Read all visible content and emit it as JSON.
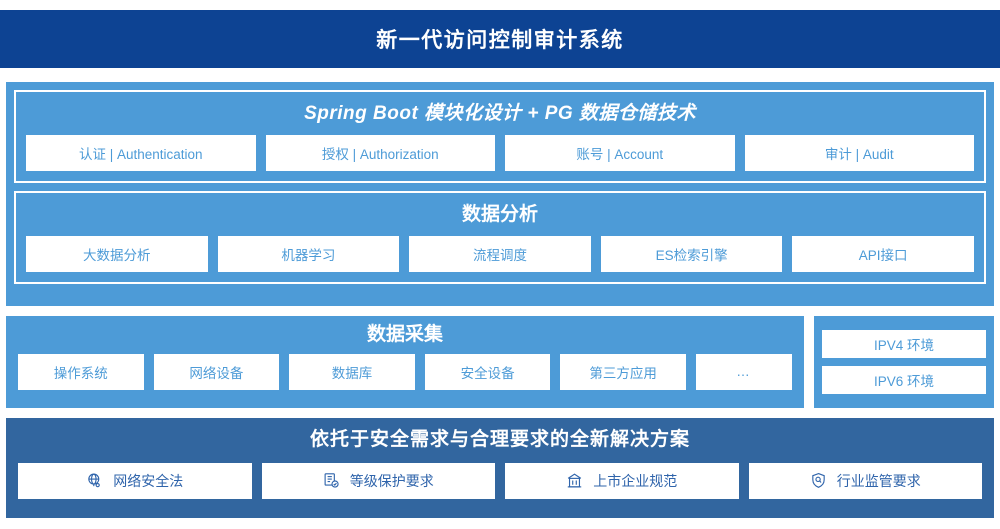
{
  "header": {
    "title": "新一代访问控制审计系统",
    "bg_color": "#0d4393"
  },
  "colors": {
    "panel_light": "#4d9bd7",
    "panel_dark": "#32669f",
    "chip_text_light": "#4d9bd7",
    "chip_text_dark": "#2f64ab",
    "chip_bg": "#ffffff"
  },
  "sections": {
    "platform": {
      "title": "Spring Boot 模块化设计 + PG 数据仓储技术",
      "items": [
        {
          "label": "认证 | Authentication"
        },
        {
          "label": "授权 | Authorization"
        },
        {
          "label": "账号 | Account"
        },
        {
          "label": "审计 | Audit"
        }
      ]
    },
    "analysis": {
      "title": "数据分析",
      "items": [
        {
          "label": "大数据分析"
        },
        {
          "label": "机器学习"
        },
        {
          "label": "流程调度"
        },
        {
          "label": "ES检索引擎"
        },
        {
          "label": "API接口"
        }
      ]
    },
    "collection": {
      "title": "数据采集",
      "items": [
        {
          "label": "操作系统"
        },
        {
          "label": "网络设备"
        },
        {
          "label": "数据库"
        },
        {
          "label": "安全设备"
        },
        {
          "label": "第三方应用"
        },
        {
          "label": "…"
        }
      ]
    },
    "environment": {
      "items": [
        {
          "label": "IPV4 环境"
        },
        {
          "label": "IPV6 环境"
        }
      ]
    },
    "compliance": {
      "title": "依托于安全需求与合理要求的全新解决方案",
      "items": [
        {
          "label": "网络安全法",
          "icon": "globe-network-icon"
        },
        {
          "label": "等级保护要求",
          "icon": "document-check-icon"
        },
        {
          "label": "上市企业规范",
          "icon": "bank-building-icon"
        },
        {
          "label": "行业监管要求",
          "icon": "shield-search-icon"
        }
      ]
    }
  }
}
